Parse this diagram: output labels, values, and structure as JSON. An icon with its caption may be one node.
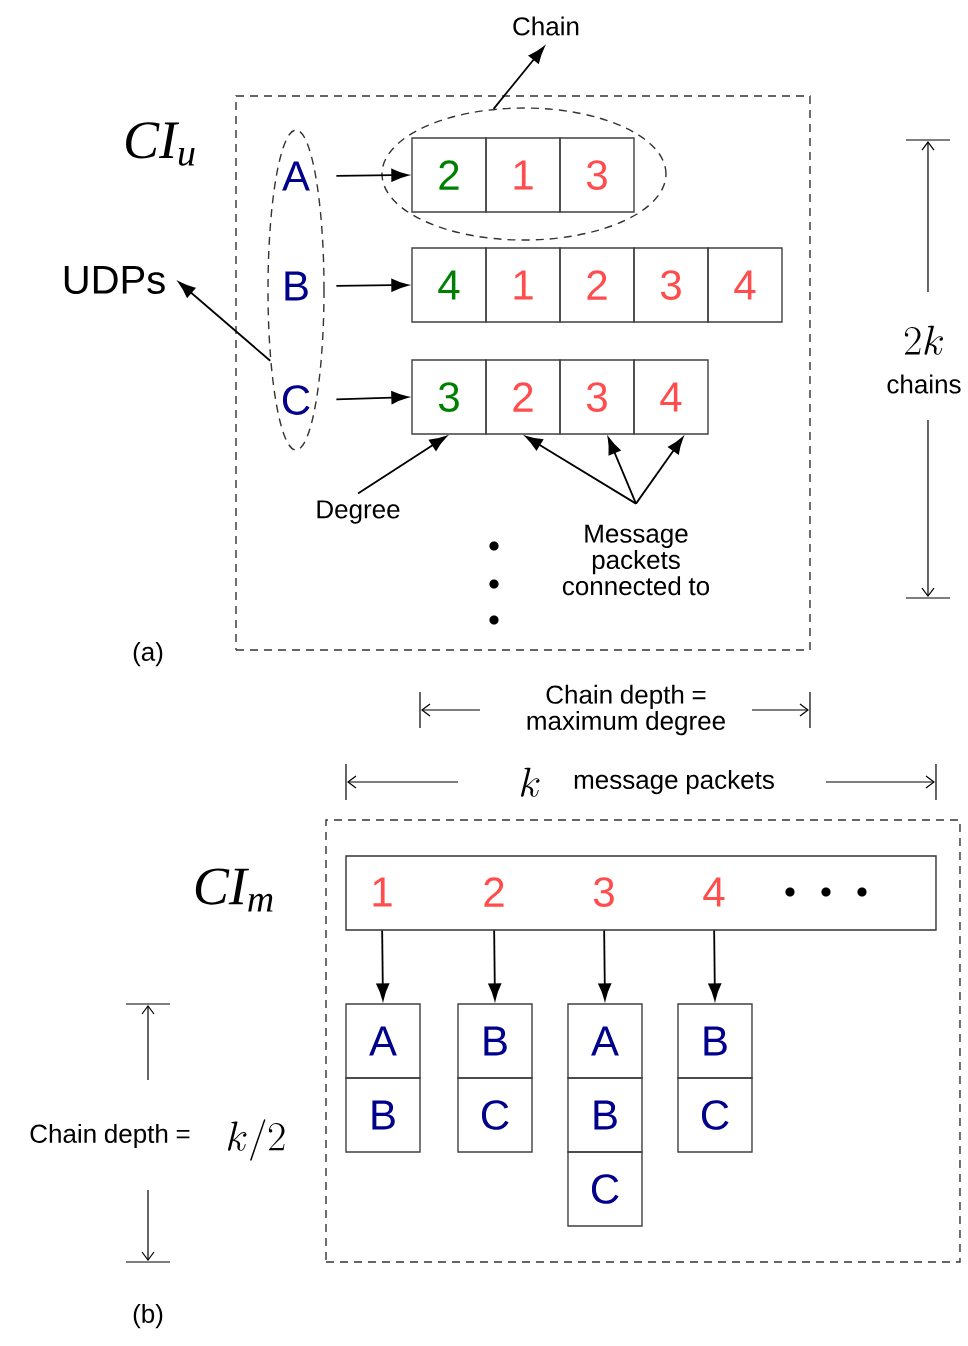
{
  "diagram": {
    "nodes": [
      {
        "text": [
          "Chain"
        ]
      },
      {
        "text": [],
        "shape": "box"
      },
      {
        "text": [],
        "shape": "ellipse",
        "in": 1
      },
      {
        "text": [
          "A"
        ],
        "in": 2
      },
      {
        "text": [
          "B"
        ],
        "in": 2
      },
      {
        "text": [
          "C"
        ],
        "in": 2
      },
      {
        "text": [],
        "shape": "ellipse",
        "in": 1
      },
      {
        "text": [
          "2"
        ],
        "in": 6
      },
      {
        "text": [
          "1"
        ],
        "in": 6
      },
      {
        "text": [
          "3"
        ],
        "in": 6
      },
      {
        "text": [
          "UDPs"
        ]
      },
      {
        "text": [
          "4"
        ],
        "in": 1
      },
      {
        "text": [
          "1"
        ],
        "in": 1
      },
      {
        "text": [
          "2"
        ],
        "in": 1
      },
      {
        "text": [
          "3"
        ],
        "in": 1
      },
      {
        "text": [
          "4"
        ],
        "in": 1
      },
      {
        "text": [
          "3"
        ],
        "in": 1
      },
      {
        "text": [
          "2"
        ],
        "in": 1
      },
      {
        "text": [
          "3"
        ],
        "in": 1
      },
      {
        "text": [
          "4"
        ],
        "in": 1
      },
      {
        "text": [
          "Degree"
        ],
        "in": 1
      },
      {
        "text": [
          "Message packets connected to"
        ],
        "in": 1
      },
      {
        "text": [],
        "shape": "box"
      },
      {
        "text": [],
        "shape": "box",
        "in": 22
      },
      {
        "text": [
          "1"
        ],
        "in": 23
      },
      {
        "text": [
          "2"
        ],
        "in": 23
      },
      {
        "text": [
          "3"
        ],
        "in": 23
      },
      {
        "text": [
          "4"
        ],
        "in": 23
      },
      {
        "text": [
          "A"
        ],
        "in": 22
      },
      {
        "text": [
          "B"
        ],
        "in": 22
      },
      {
        "text": [
          "B"
        ],
        "in": 22
      },
      {
        "text": [
          "C"
        ],
        "in": 22
      },
      {
        "text": [
          "A"
        ],
        "in": 22
      },
      {
        "text": [
          "B"
        ],
        "in": 22
      },
      {
        "text": [
          "C"
        ],
        "in": 22
      },
      {
        "text": [
          "B"
        ],
        "in": 22
      },
      {
        "text": [
          "C"
        ],
        "in": 22
      }
    ],
    "edges": [
      {
        "from": 6,
        "to": 0,
        "arrow": "to"
      },
      {
        "from": 2,
        "to": 10,
        "arrow": "to"
      },
      {
        "from": 3,
        "to": 7,
        "arrow": "to"
      },
      {
        "from": 4,
        "to": 11,
        "arrow": "to"
      },
      {
        "from": 5,
        "to": 16,
        "arrow": "to"
      },
      {
        "from": 20,
        "to": 16,
        "arrow": "to"
      },
      {
        "from": 21,
        "to": 17,
        "arrow": "to"
      },
      {
        "from": 21,
        "to": 18,
        "arrow": "to"
      },
      {
        "from": 21,
        "to": 19,
        "arrow": "to"
      },
      {
        "from": 24,
        "to": 28,
        "arrow": "to"
      },
      {
        "from": 25,
        "to": 30,
        "arrow": "to"
      },
      {
        "from": 26,
        "to": 32,
        "arrow": "to"
      },
      {
        "from": 27,
        "to": 35,
        "arrow": "to"
      }
    ],
    "labels": [
      "CI$_{u}$",
      "(a)",
      "2k",
      "chains",
      "Chain depth = maximum degree",
      "k",
      "message packets",
      "CI$_{m}$",
      "Chain depth =",
      "k/2",
      "(b)"
    ]
  }
}
